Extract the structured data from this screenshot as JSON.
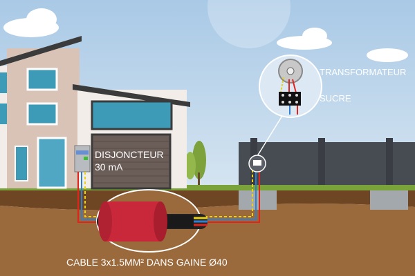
{
  "labels": {
    "transformer": "TRANSFORMATEUR",
    "connector": "SUCRE",
    "breaker_line1": "DISJONCTEUR",
    "breaker_line2": "30 mA",
    "cable": "CABLE 3x1.5MM² DANS GAINE Ø40"
  },
  "colors": {
    "sky": "#b9d4ea",
    "soil": "#9b6a3c",
    "grass": "#7aa33a",
    "fence": "#4a4f55",
    "sheath": "#c8283a",
    "wire_phase": "#e0241c",
    "wire_neutral": "#2f7fd0",
    "wire_earth": "#e8d21c"
  }
}
